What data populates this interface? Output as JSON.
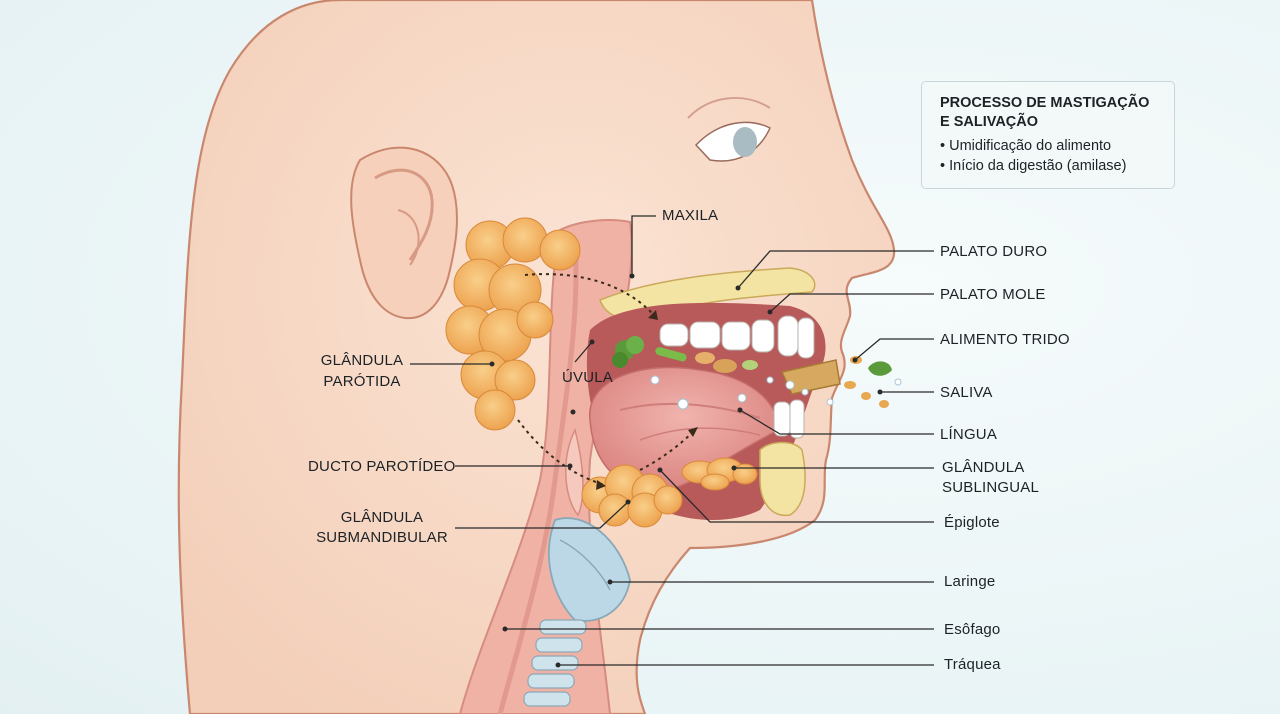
{
  "info_box": {
    "title_line1": "PROCESSO DE MASTIGAÇÃO",
    "title_line2": "E SALIVAÇÃO",
    "items": [
      "• Umidificação do alimento",
      "• Início da digestão (amilase)"
    ]
  },
  "labels": {
    "maxila": "MAXILA",
    "palato_duro": "PALATO DURO",
    "palato_mole": "PALATO MOLE",
    "alimento_trido": "ALIMENTO TRIDO",
    "saliva": "SALIVA",
    "lingua": "LÍNGUA",
    "glandula_sublingual_1": "GLÂNDULA",
    "glandula_sublingual_2": "SUBLINGUAL",
    "epiglote": "Épiglote",
    "laringe": "Laringe",
    "esofago": "Esôfago",
    "traquea": "Tráquea",
    "glandula_parotida_1": "GLÂNDULA",
    "glandula_parotida_2": "PARÓTIDA",
    "uvula": "ÚVULA",
    "ducto_parotideo": "DUCTO PAROTÍDEO",
    "glandula_submandibular_1": "GLÂNDULA",
    "glandula_submandibular_2": "SUBMANDIBULAR"
  },
  "colors": {
    "skin": "#f8dccb",
    "gland": "#f4b866",
    "tongue": "#e89a96",
    "palate_bone": "#f3e3a0",
    "larynx": "#bcd8e6",
    "leader_line": "#2a2a2a"
  }
}
